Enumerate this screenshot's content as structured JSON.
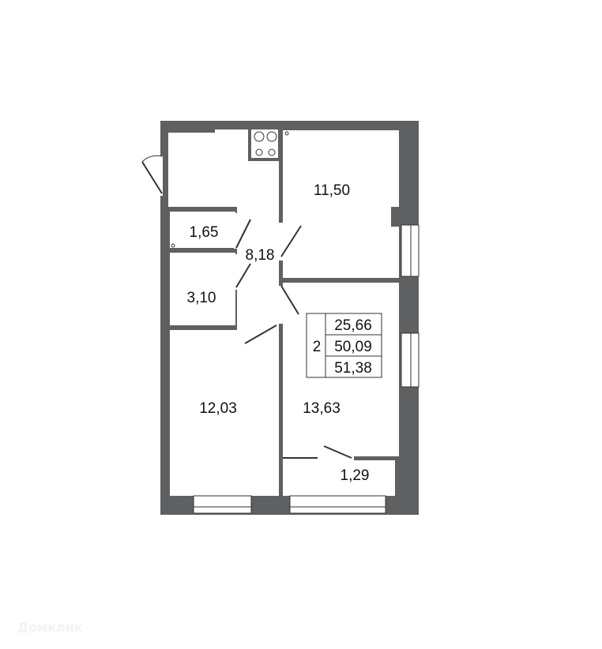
{
  "plan": {
    "colors": {
      "wall": "#5f6062",
      "background": "#ffffff",
      "text": "#111111"
    },
    "rooms": {
      "kitchen": "11,50",
      "bathroom": "1,65",
      "hallway": "8,18",
      "toilet": "3,10",
      "bedroom": "12,03",
      "living_room": "13,63",
      "balcony": "1,29"
    },
    "summary": {
      "rooms_count": "2",
      "living_area": "25,66",
      "total_area": "50,09",
      "total_area_with_balcony": "51,38"
    }
  },
  "watermark": "Домклик"
}
